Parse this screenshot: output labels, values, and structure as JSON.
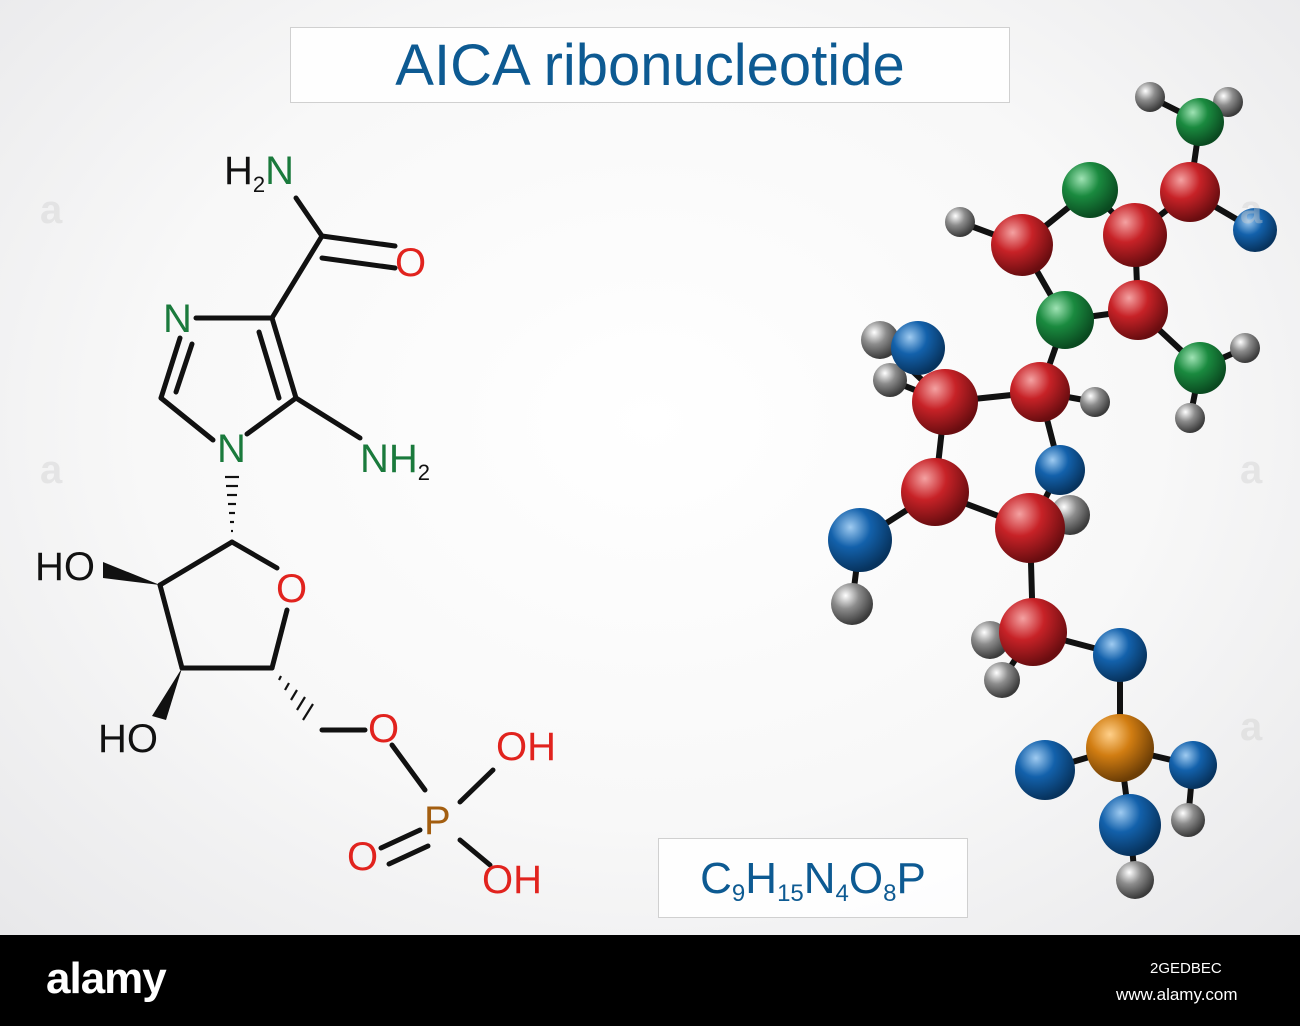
{
  "title": "AICA ribonucleotide",
  "formula": {
    "parts": [
      "C",
      "9",
      "H",
      "15",
      "N",
      "4",
      "O",
      "8",
      "P"
    ]
  },
  "structure_labels": {
    "amide_n": "H",
    "amide_n_sub": "2",
    "amide_n_atom": "N",
    "carbonyl_o": "O",
    "ring_n_top": "N",
    "ring_n_bottom": "N",
    "amino_n": "NH",
    "amino_n_sub": "2",
    "ring_o": "O",
    "oh_2": "HO",
    "oh_3": "HO",
    "ester_o": "O",
    "phosphorus": "P",
    "p_oh_top": "OH",
    "p_oh_bottom": "OH",
    "p_double_o": "O"
  },
  "colors": {
    "title": "#0d5a92",
    "nitrogen": "#1a7a3c",
    "oxygen": "#e1231e",
    "phosphorus": "#a35e10",
    "carbon_ball": "#c72227",
    "nitrogen_ball": "#1a8a3f",
    "oxygen_ball": "#1361ab",
    "phosphorus_ball": "#d17d12",
    "hydrogen_ball": "#8c8c8c"
  },
  "footer": {
    "brand": "alamy",
    "image_id": "2GEDBEC",
    "site": "www.alamy.com"
  },
  "watermark_text": "a"
}
